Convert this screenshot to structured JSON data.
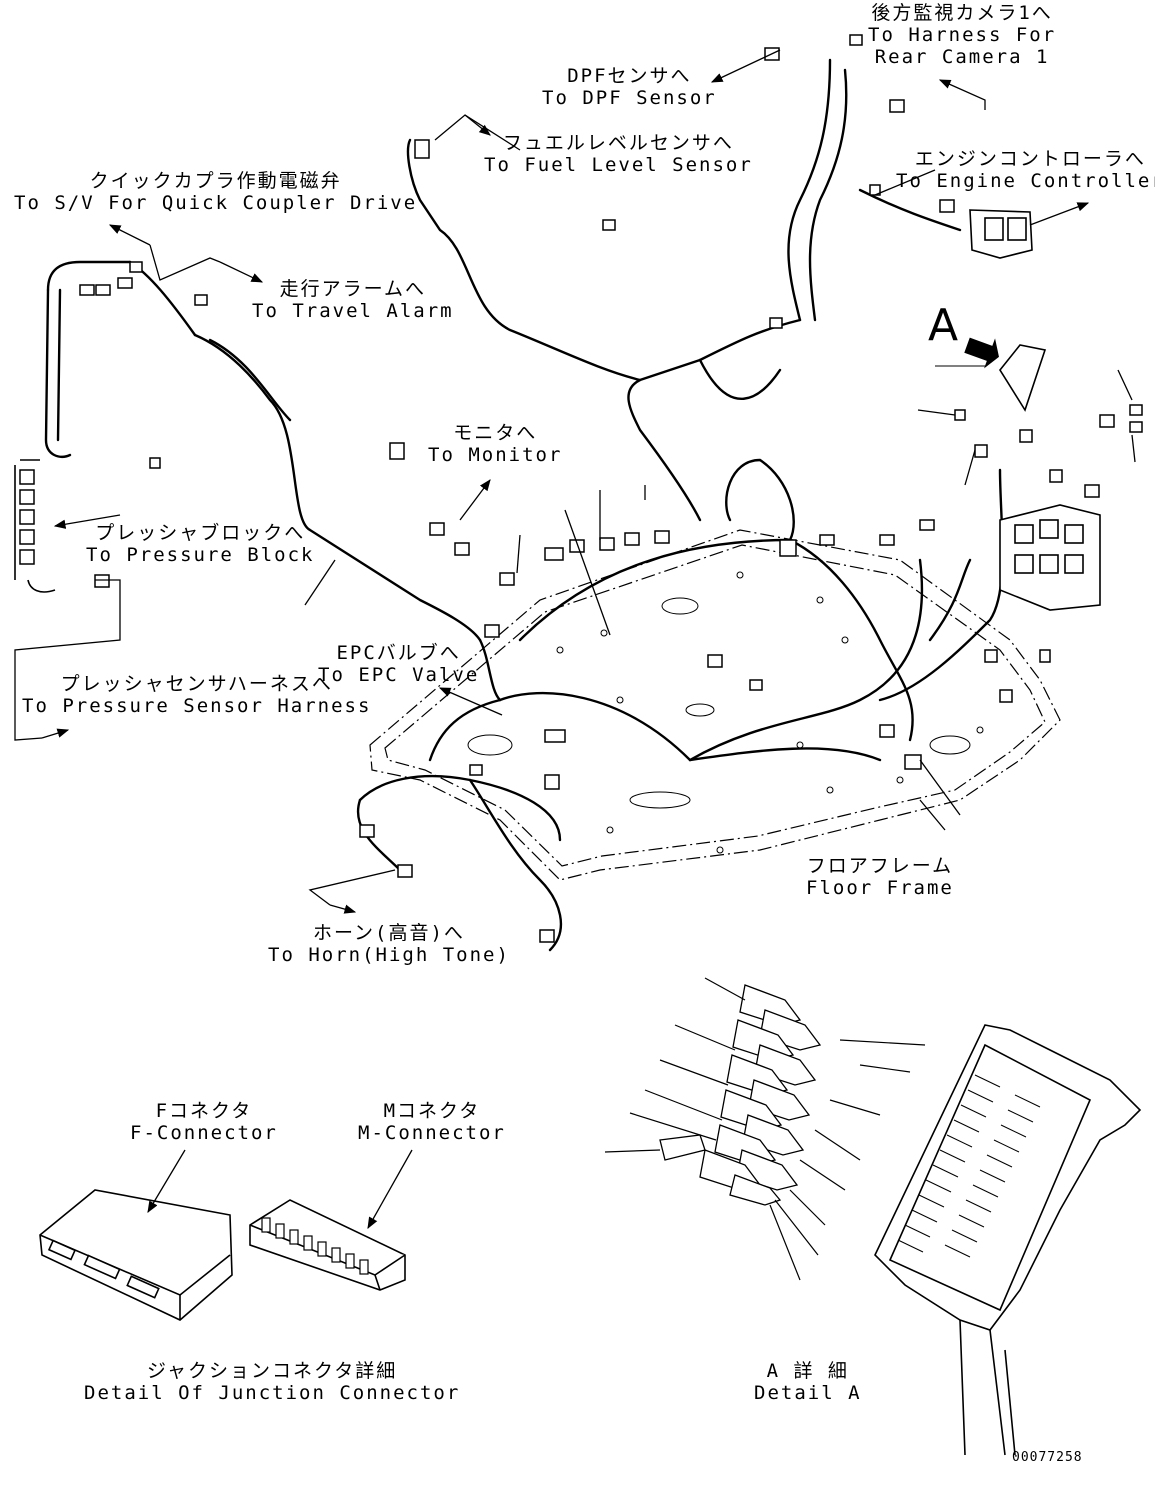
{
  "labels": {
    "rear_camera": {
      "ja": "後方監視カメラ1へ",
      "en1": "To Harness For",
      "en2": "Rear Camera 1"
    },
    "dpf": {
      "ja": "DPFセンサへ",
      "en": "To DPF Sensor"
    },
    "fuel": {
      "ja": "フュエルレベルセンサへ",
      "en": "To Fuel Level Sensor"
    },
    "quick_coupler": {
      "ja": "クイックカプラ作動電磁弁",
      "en": "To S/V For Quick Coupler Drive"
    },
    "engine_ctrl": {
      "ja": "エンジンコントローラへ",
      "en": "To Engine Controller"
    },
    "travel_alarm": {
      "ja": "走行アラームへ",
      "en": "To Travel Alarm"
    },
    "monitor": {
      "ja": "モニタへ",
      "en": "To Monitor"
    },
    "pressure_block": {
      "ja": "プレッシャブロックへ",
      "en": "To Pressure Block"
    },
    "epc": {
      "ja": "EPCバルブへ",
      "en": "To EPC Valve"
    },
    "pressure_sensor": {
      "ja": "プレッシャセンサハーネスへ",
      "en": "To Pressure Sensor Harness"
    },
    "floor_frame": {
      "ja": "フロアフレーム",
      "en": "Floor Frame"
    },
    "horn": {
      "ja": "ホーン(高音)へ",
      "en": "To Horn(High Tone)"
    },
    "f_connector": {
      "ja": "Fコネクタ",
      "en": "F-Connector"
    },
    "m_connector": {
      "ja": "Mコネクタ",
      "en": "M-Connector"
    },
    "junction": {
      "ja": "ジャクションコネクタ詳細",
      "en": "Detail Of Junction Connector"
    },
    "detail_a": {
      "ja": "A 詳 細",
      "en": "Detail A"
    }
  },
  "view_marker": "A",
  "doc_id": "00077258"
}
